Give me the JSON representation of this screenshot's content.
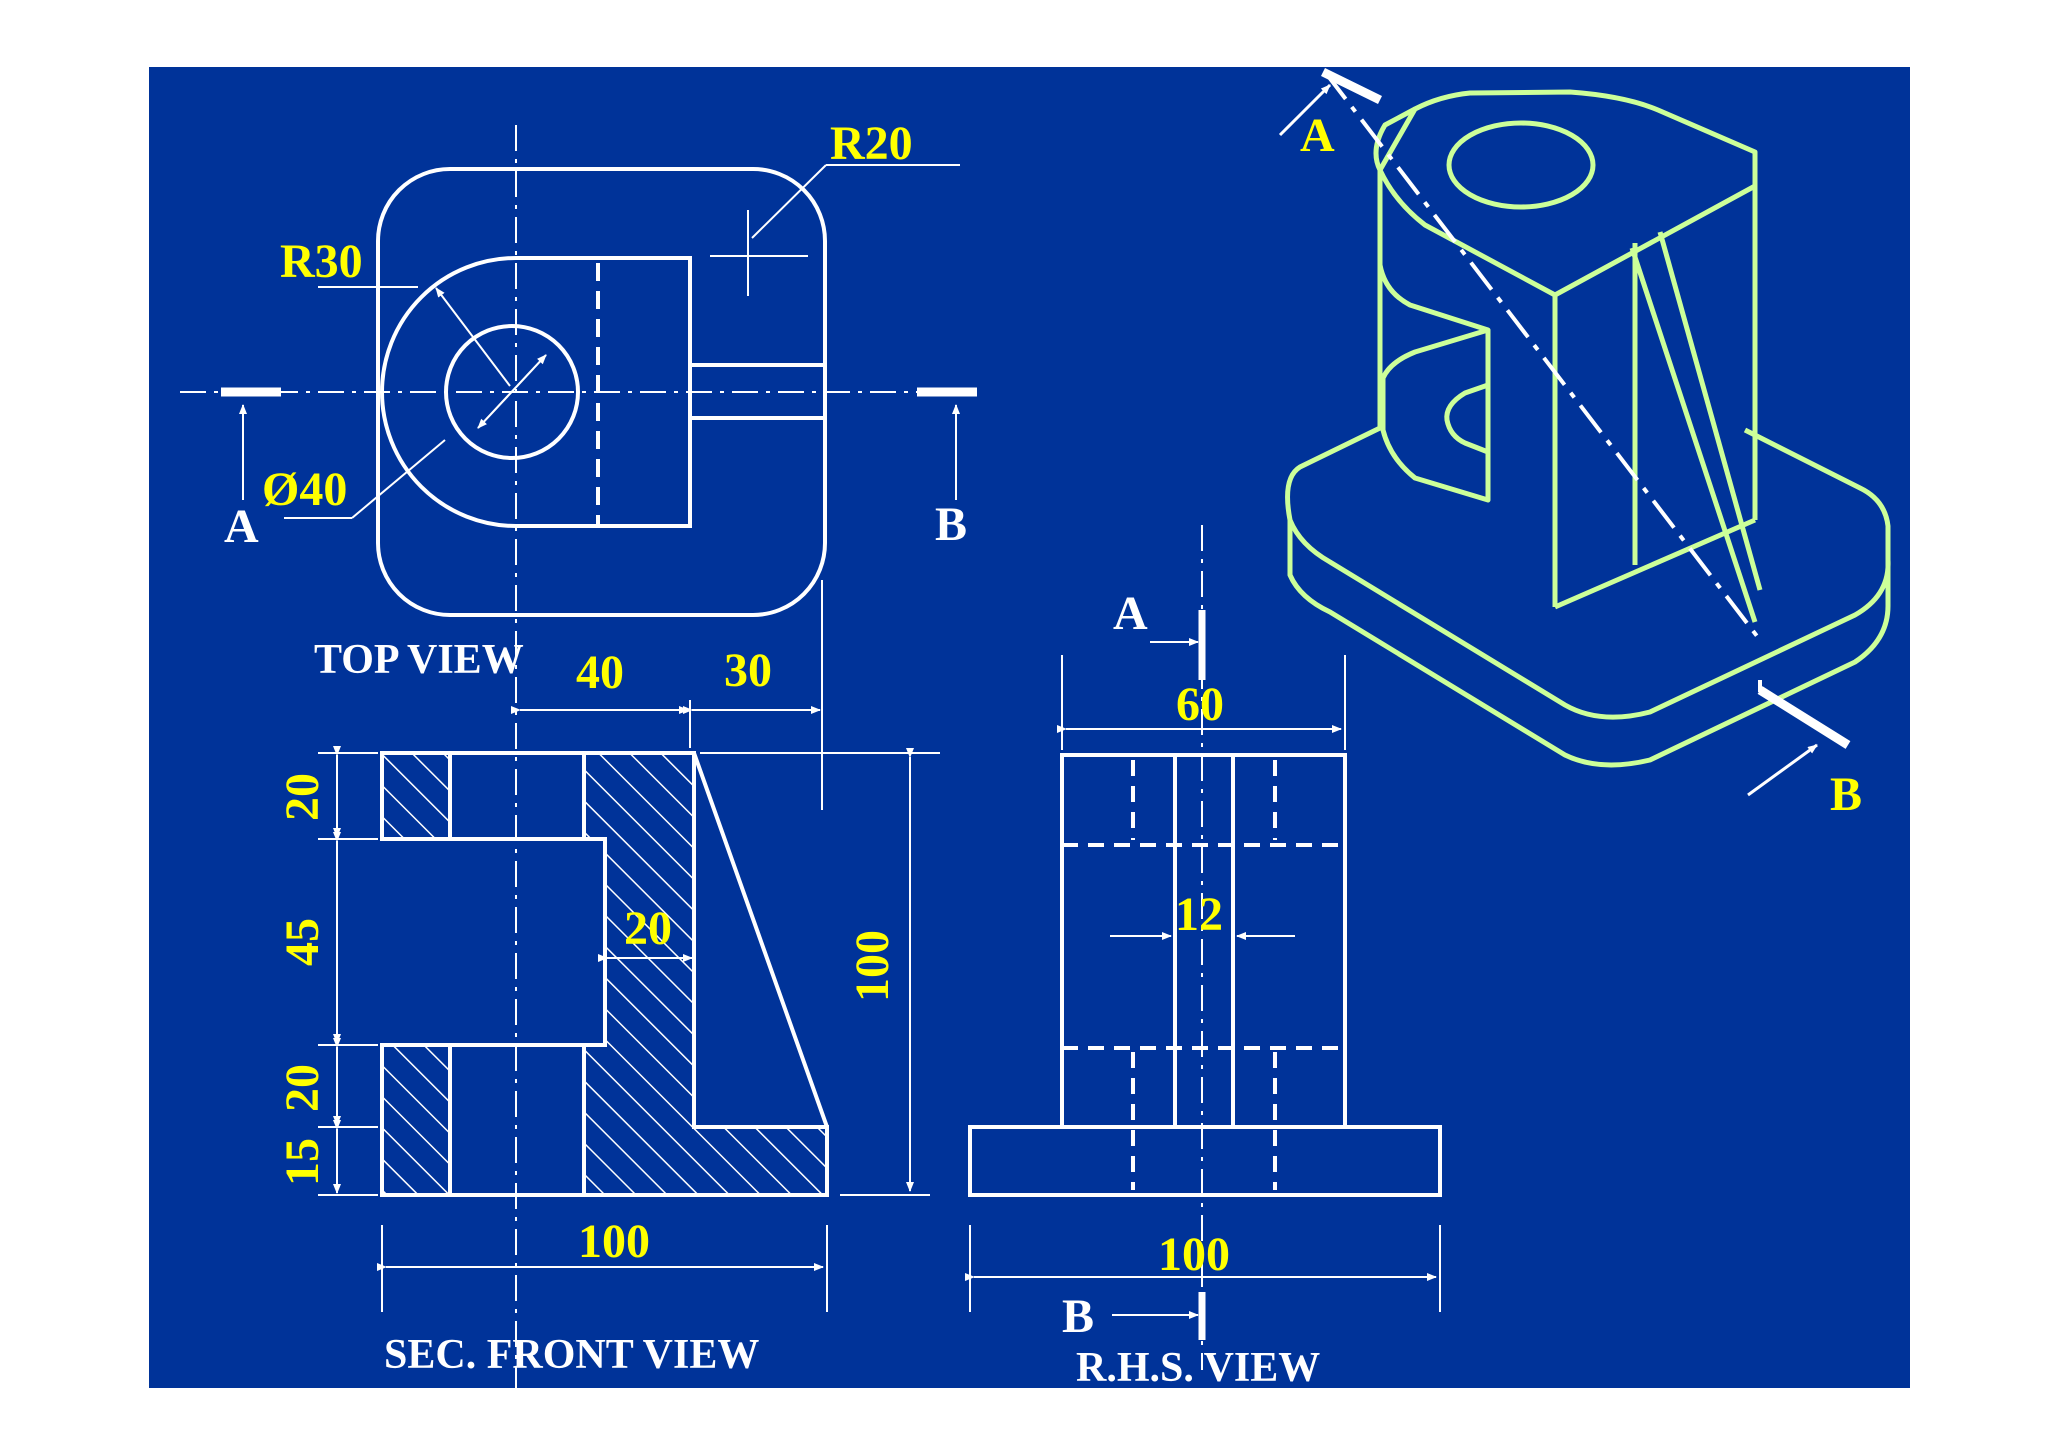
{
  "colors": {
    "background": "#003399",
    "outline": "#ffffff",
    "dimension_text": "#ffff00",
    "isometric": "#ccff99"
  },
  "labels": {
    "top_view": "TOP VIEW",
    "front_view": "SEC. FRONT VIEW",
    "rhs_view": "R.H.S. VIEW",
    "section_a": "A",
    "section_b": "B"
  },
  "dimensions": {
    "r20": "R20",
    "r30": "R30",
    "d40": "Ø40",
    "top_40": "40",
    "top_30": "30",
    "front_20_top": "20",
    "front_45": "45",
    "front_20_bot": "20",
    "front_15": "15",
    "front_web_20": "20",
    "front_height_100": "100",
    "front_width_100": "100",
    "rhs_60": "60",
    "rhs_12": "12",
    "rhs_100": "100"
  }
}
